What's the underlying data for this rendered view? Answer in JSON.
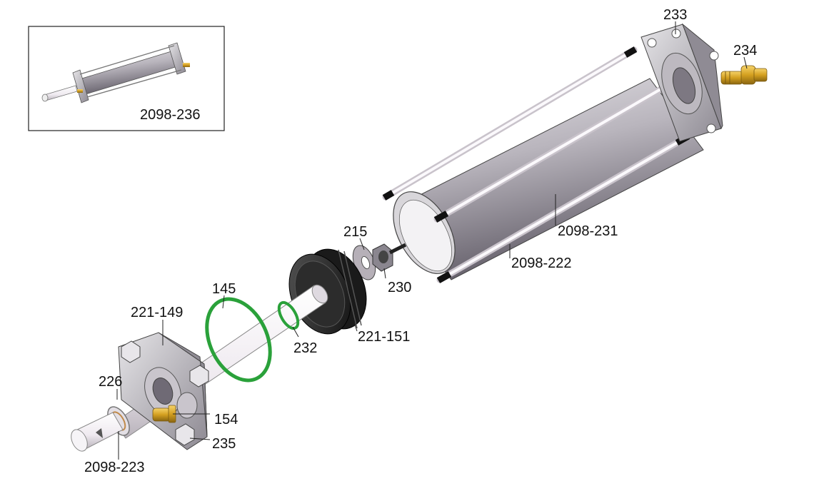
{
  "inset": {
    "label": "2098-236"
  },
  "parts": {
    "p233": "233",
    "p234": "234",
    "p2098_231": "2098-231",
    "p2098_222": "2098-222",
    "p215": "215",
    "p230": "230",
    "p145": "145",
    "p221_149": "221-149",
    "p232": "232",
    "p221_151": "221-151",
    "p226": "226",
    "p154": "154",
    "p235": "235",
    "p2098_223": "2098-223"
  },
  "colors": {
    "oring_green": "#2aa13a",
    "fitting_brass": "#d4a020",
    "tube_gray": "#9a94a0",
    "rod_light": "#ece8ee"
  }
}
